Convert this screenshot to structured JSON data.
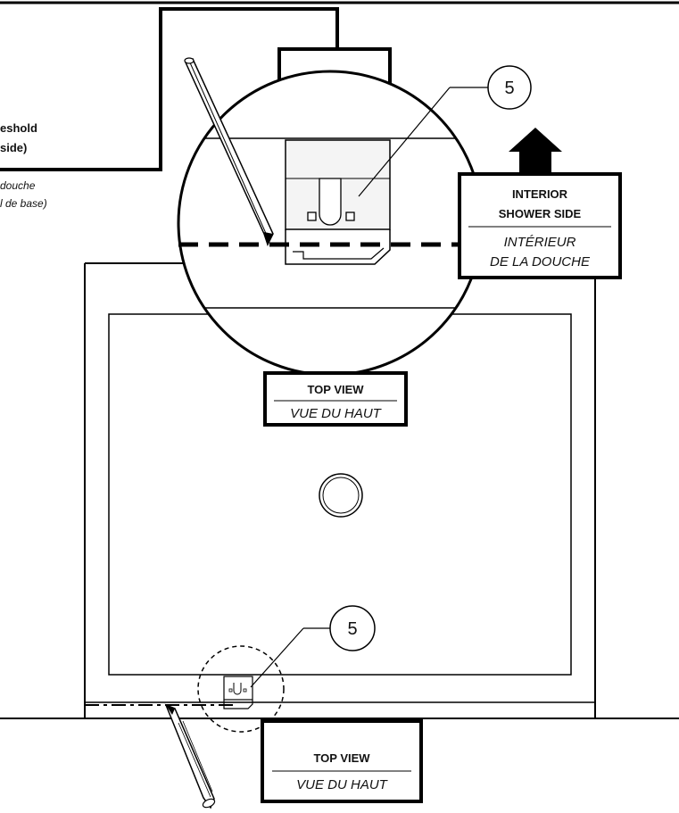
{
  "threshold_label": {
    "line1": "eshold",
    "line2": "side)",
    "fr_line1": "douche",
    "fr_line2": "l de base)"
  },
  "interior_box": {
    "en_line1": "INTERIOR",
    "en_line2": "SHOWER SIDE",
    "fr_line1": "INTÉRIEUR",
    "fr_line2": "DE LA DOUCHE"
  },
  "top_view_detail": {
    "en": "TOP VIEW",
    "fr": "VUE DU HAUT"
  },
  "top_view_main": {
    "en": "TOP VIEW",
    "fr": "VUE DU HAUT"
  },
  "callouts": {
    "detail_number": "5",
    "main_number": "5"
  }
}
